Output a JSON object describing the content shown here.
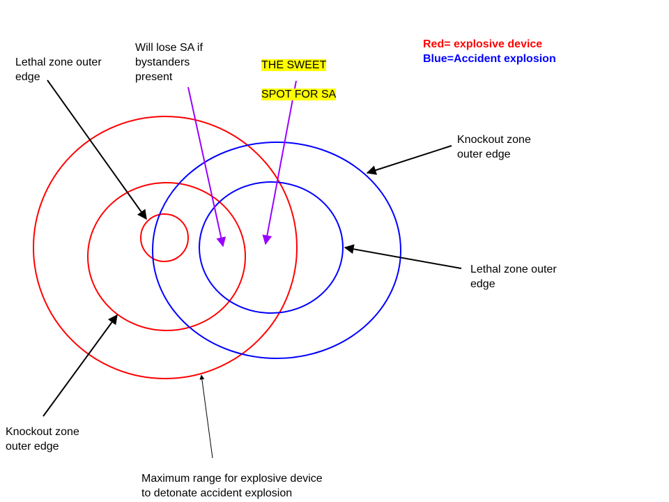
{
  "legend": {
    "red_text": "Red= explosive device",
    "blue_text": "Blue=Accident explosion",
    "red_color": "#ff0000",
    "blue_color": "#0000ff"
  },
  "labels": {
    "lethal_zone_red": "Lethal zone outer\nedge",
    "lose_sa": "Will lose SA if\nbystanders\npresent",
    "sweet_spot_line1": "THE SWEET",
    "sweet_spot_line2": "SPOT FOR SA",
    "knockout_zone_blue": "Knockout zone\nouter edge",
    "lethal_zone_blue": "Lethal zone outer\nedge",
    "knockout_zone_red": "Knockout zone\nouter edge",
    "max_range": "Maximum range for explosive device\nto detonate accident explosion"
  },
  "colors": {
    "arrow_black": "#000000",
    "arrow_purple": "#9900ff",
    "highlight": "#ffff00"
  }
}
